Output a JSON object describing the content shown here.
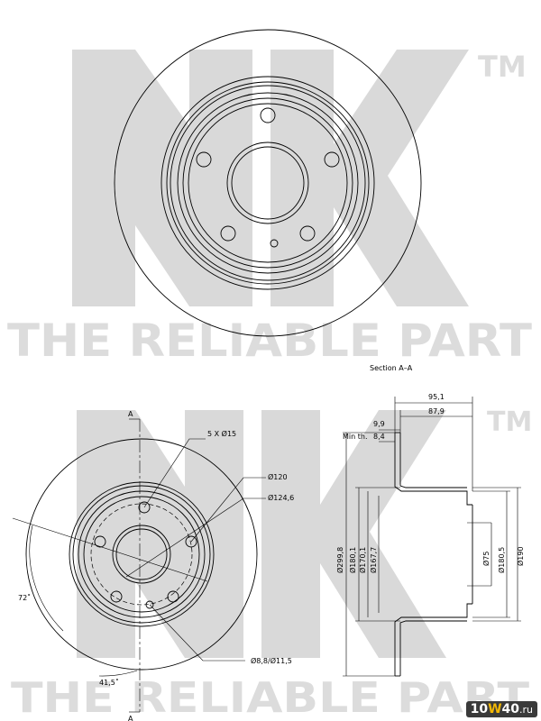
{
  "watermark": {
    "brand": "NK",
    "trademark": "TM",
    "slogan": "THE RELIABLE PART"
  },
  "section_label": "Section A–A",
  "front_view": {
    "section_marker": "A",
    "labels": {
      "holes": "5 X Ø15",
      "pcd": "Ø120",
      "centering_dia": "Ø124,6",
      "angle": "72˚",
      "bolt": "Ø8,8/Ø11,5",
      "offset_angle": "41,5˚"
    }
  },
  "section_view": {
    "labels": {
      "height": "95,1",
      "hat_height": "87,9",
      "thickness": "9,9",
      "min_thickness_label": "Min th.",
      "min_thickness": "8,4",
      "outer_dia": "Ø299,8",
      "dia_180_1": "Ø180,1",
      "dia_170_1": "Ø170,1",
      "dia_167_7": "Ø167,7",
      "center_bore": "Ø75",
      "dia_180_5": "Ø180,5",
      "dia_190": "Ø190"
    }
  },
  "site_badge": {
    "left": "10",
    "accent": "W",
    "right": "40",
    "suffix": ".ru"
  }
}
